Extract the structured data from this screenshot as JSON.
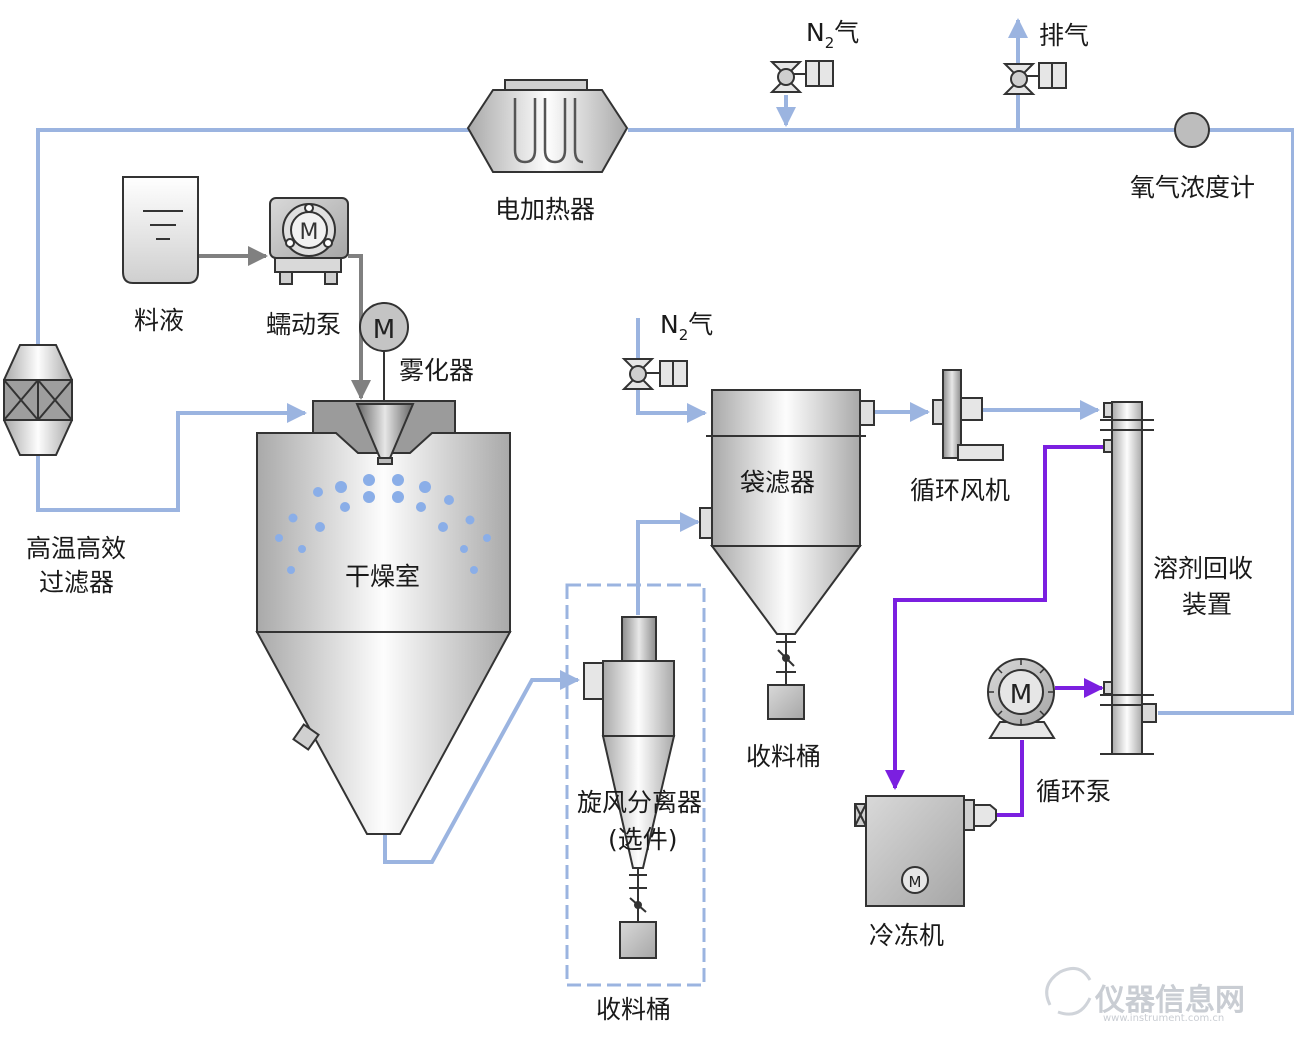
{
  "labels": {
    "n2_top": {
      "main": "N",
      "sub": "2",
      "tail": "气"
    },
    "exhaust": "排气",
    "heater": "电加热器",
    "oxygen_meter": "氧气浓度计",
    "feed_liquid": "料液",
    "peristaltic_pump": "蠕动泵",
    "atomizer": "雾化器",
    "hepa_filter_line1": "高温高效",
    "hepa_filter_line2": "过滤器",
    "drying_chamber": "干燥室",
    "n2_mid": {
      "main": "N",
      "sub": "2",
      "tail": "气"
    },
    "bag_filter": "袋滤器",
    "circulation_fan": "循环风机",
    "solvent_recovery_line1": "溶剂回收",
    "solvent_recovery_line2": "装置",
    "bag_collector": "收料桶",
    "cyclone_line1": "旋风分离器",
    "cyclone_line2": "(选件)",
    "circulation_pump": "循环泵",
    "chiller": "冷冻机",
    "cyclone_collector": "收料桶"
  },
  "motor_glyph": "M",
  "watermark": {
    "brand": "仪器信息网",
    "url": "www.instrument.com.cn"
  },
  "colors": {
    "gas_line": "#9bb4e0",
    "liquid_feed": "#808080",
    "coolant_line": "#7b1fe0",
    "droplet": "#8aaee8",
    "equipment_stroke": "#333333"
  }
}
